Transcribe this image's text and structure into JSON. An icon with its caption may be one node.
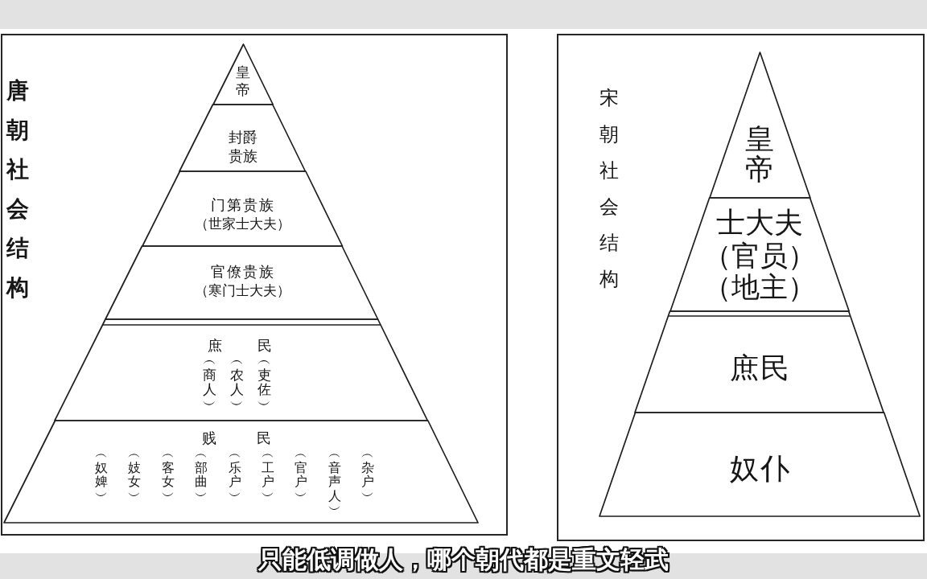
{
  "diagram": {
    "nodes": [
      {
        "text": [
          "唐朝社会结构"
        ]
      },
      {
        "text": [
          "皇帝"
        ],
        "in": 0
      },
      {
        "text": [
          "封爵贵族"
        ],
        "in": 0
      },
      {
        "text": [
          "门第贵族",
          "（世家士大夫）"
        ],
        "in": 0
      },
      {
        "text": [
          "官僚贵族",
          "（寒门士大夫）"
        ],
        "in": 0
      },
      {
        "text": [
          "庶民",
          "︵商人︶",
          "︵农人︶",
          "︵吏佐︶"
        ],
        "in": 0
      },
      {
        "text": [
          "贱民",
          "︵奴婢︶",
          "︵妓女︶",
          "︵客女︶",
          "︵部曲︶",
          "︵乐户︶",
          "︵工户︶",
          "︵官户︶",
          "︵音声人︶",
          "︵杂户︶"
        ],
        "in": 0
      },
      {
        "text": [
          "宋朝社会结构"
        ]
      },
      {
        "text": [
          "皇帝"
        ],
        "in": 7
      },
      {
        "text": [
          "士大夫",
          "（官员）",
          "（地主）"
        ],
        "in": 7
      },
      {
        "text": [
          "庶民"
        ],
        "in": 7
      },
      {
        "text": [
          "奴仆"
        ],
        "in": 7
      }
    ],
    "labels": [
      "只能低调做人，哪个朝代都是重文轻武"
    ]
  }
}
